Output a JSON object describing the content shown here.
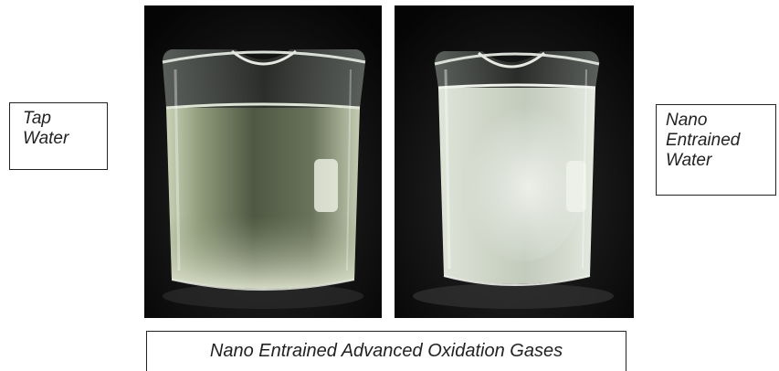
{
  "labels": {
    "tap_water": [
      "Tap",
      "Water"
    ],
    "nano_water": [
      "Nano",
      "Entrained",
      "Water"
    ]
  },
  "caption": "Nano Entrained Advanced Oxidation Gases",
  "colors": {
    "photo_background": "#0d0d0d",
    "tap_water_tint": "#b9c3a6",
    "nano_water_tint": "#e3e8dc",
    "border": "#222222"
  }
}
